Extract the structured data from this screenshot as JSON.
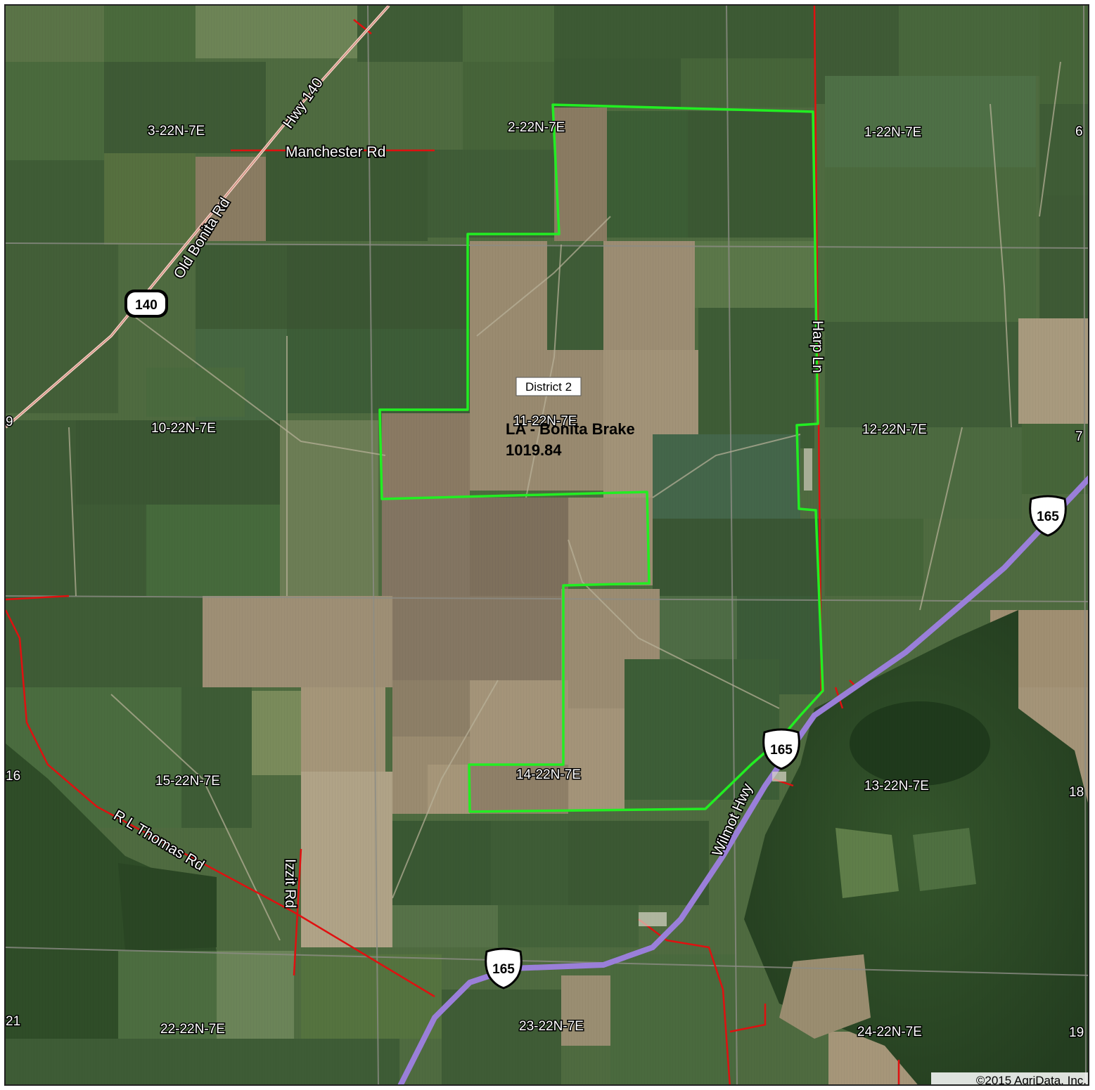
{
  "map": {
    "colors": {
      "boundary": "#22ee22",
      "highway": "#9a7fd9",
      "local_road": "#e01010",
      "field_dark": "#3f5a35",
      "field_mid": "#4f6b40",
      "field_light": "#6f8558",
      "field_bare": "#8a7b62",
      "field_tan": "#9c8d73",
      "forest": "#2c4a26",
      "section_line": "#8c8c84"
    },
    "property": {
      "name": "LA - Bonita Brake",
      "acres": "1019.84",
      "district": "District 2"
    },
    "sections": [
      "3-22N-7E",
      "2-22N-7E",
      "1-22N-7E",
      "10-22N-7E",
      "11-22N-7E",
      "12-22N-7E",
      "15-22N-7E",
      "14-22N-7E",
      "13-22N-7E",
      "22-22N-7E",
      "23-22N-7E",
      "24-22N-7E"
    ],
    "edge_numbers": [
      "6",
      "9",
      "7",
      "16",
      "18",
      "21",
      "19"
    ],
    "roads": {
      "hwy140": "Hwy 140",
      "manchester": "Manchester Rd",
      "old_bonita": "Old Bonita Rd",
      "harp": "Harp Ln",
      "wilmot": "Wilmot Hwy",
      "rl_thomas": "R L Thomas Rd",
      "izzit": "Izzit Rd"
    },
    "shields": {
      "state": "140",
      "us": "165"
    },
    "copyright": "©2015 AgriData, Inc."
  }
}
